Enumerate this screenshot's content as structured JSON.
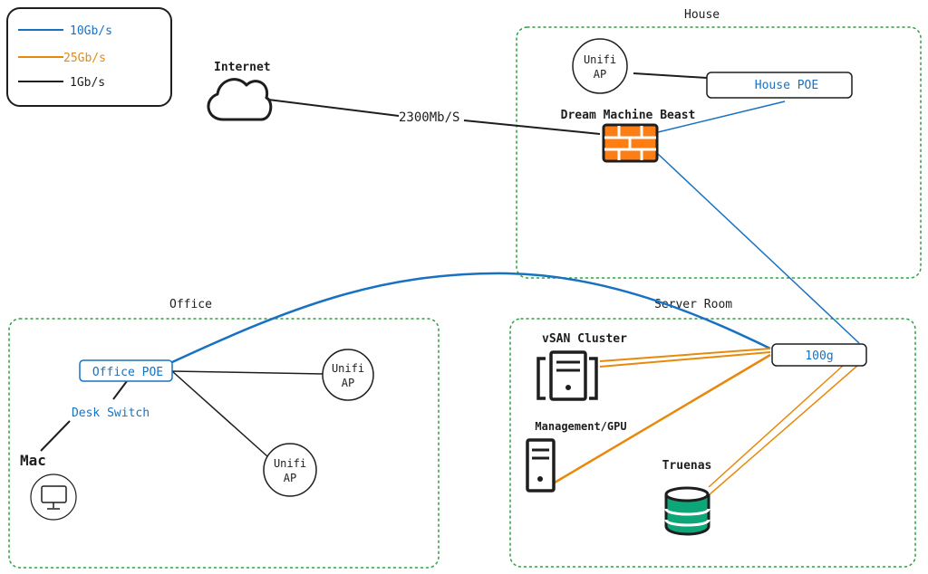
{
  "legend": {
    "items": [
      {
        "label": "10Gb/s",
        "color": "#1971c2"
      },
      {
        "label": "25Gb/s",
        "color": "#e8890c"
      },
      {
        "label": "1Gb/s",
        "color": "#1e1e1e"
      }
    ]
  },
  "internet": {
    "label": "Internet",
    "icon": "cloud-icon"
  },
  "wan_link": {
    "label": "2300Mb/S"
  },
  "zones": {
    "house": {
      "label": "House"
    },
    "office": {
      "label": "Office"
    },
    "server_room": {
      "label": "Server Room"
    }
  },
  "devices": {
    "dream_machine": {
      "label": "Dream Machine Beast",
      "icon": "firewall-icon",
      "color": "#fd7e14"
    },
    "house_poe": {
      "label": "House POE"
    },
    "house_ap": {
      "line1": "Unifi",
      "line2": "AP"
    },
    "office_poe": {
      "label": "Office POE"
    },
    "desk_switch": {
      "label": "Desk Switch"
    },
    "mac": {
      "label": "Mac",
      "icon": "monitor-icon"
    },
    "office_ap_1": {
      "line1": "Unifi",
      "line2": "AP"
    },
    "office_ap_2": {
      "line1": "Unifi",
      "line2": "AP"
    },
    "core_switch": {
      "label": "100g"
    },
    "vsan": {
      "label": "vSAN Cluster",
      "icon": "server-cluster-icon"
    },
    "management": {
      "label": "Management/GPU",
      "icon": "server-icon"
    },
    "truenas": {
      "label": "Truenas",
      "icon": "database-icon",
      "color": "#0ca678"
    }
  },
  "colors": {
    "zone_border": "#2f9e44",
    "ten_gb": "#1971c2",
    "twentyfive_gb": "#e8890c",
    "one_gb": "#1e1e1e"
  }
}
